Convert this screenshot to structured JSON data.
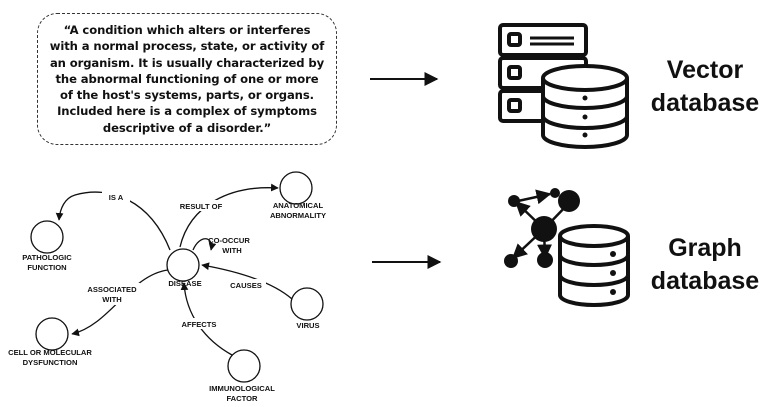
{
  "definition": {
    "text": "“A condition which alters or interferes with a normal process, state, or activity of an organism. It is usually characterized by the abnormal functioning of one or more of the host's systems, parts, or organs. Included here is a complex of symptoms descriptive of a disorder.”"
  },
  "vector_db": {
    "label_line1": "Vector",
    "label_line2": "database",
    "icon": "server-with-database-icon"
  },
  "graph_db": {
    "label_line1": "Graph",
    "label_line2": "database",
    "icon": "graph-with-database-icon"
  },
  "graph": {
    "nodes": {
      "disease": "DISEASE",
      "pathologic_function": [
        "PATHOLOGIC",
        "FUNCTION"
      ],
      "anatomical_abnormality": [
        "ANATOMICAL",
        "ABNORMALITY"
      ],
      "cell_dysfunction": [
        "CELL OR MOLECULAR",
        "DYSFUNCTION"
      ],
      "virus": "VIRUS",
      "immunological_factor": [
        "IMMUNOLOGICAL",
        "FACTOR"
      ]
    },
    "edges": {
      "is_a": "IS A",
      "result_of": "RESULT OF",
      "co_occur_with": [
        "CO-OCCUR",
        "WITH"
      ],
      "associated_with": [
        "ASSOCIATED",
        "WITH"
      ],
      "causes": "CAUSES",
      "affects": "AFFECTS"
    }
  }
}
